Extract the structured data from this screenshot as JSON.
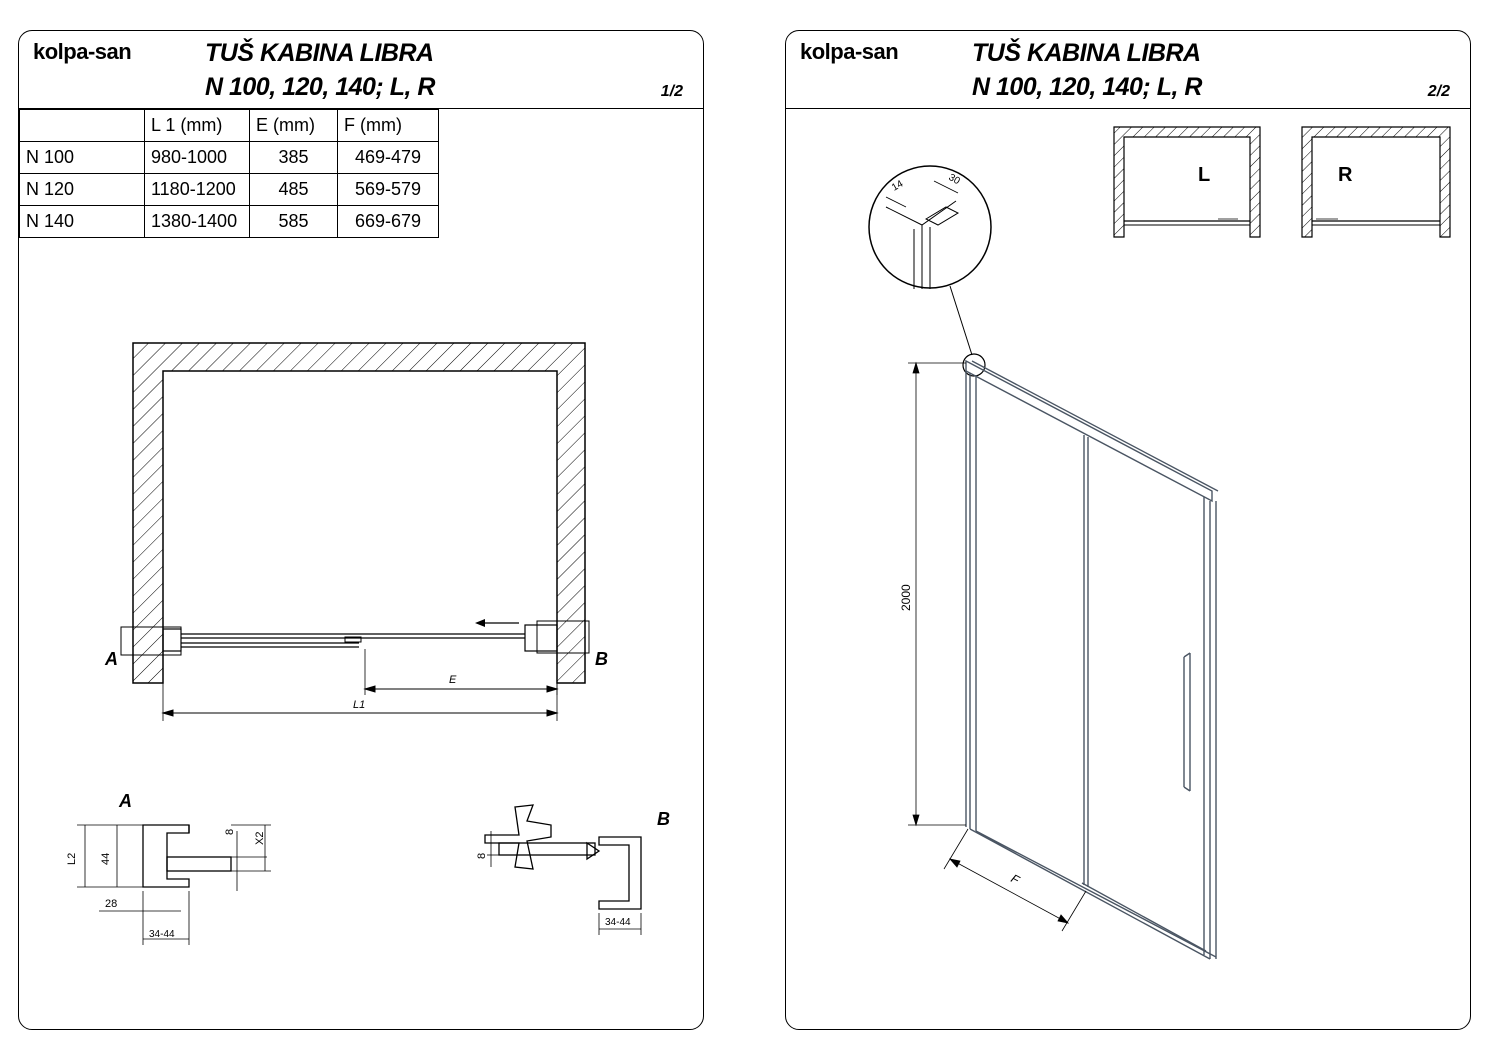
{
  "brand": "kolpa-san",
  "title_line1": "TUŠ KABINA LIBRA",
  "title_line2": "N 100, 120, 140; L, R",
  "page_left": "1/2",
  "page_right": "2/2",
  "table": {
    "headers": [
      "",
      "L 1 (mm)",
      "E  (mm)",
      "F  (mm)"
    ],
    "rows": [
      [
        "N 100",
        "980-1000",
        "385",
        "469-479"
      ],
      [
        "N 120",
        "1180-1200",
        "485",
        "569-579"
      ],
      [
        "N 140",
        "1380-1400",
        "585",
        "669-679"
      ]
    ]
  },
  "plan_labels": {
    "a": "A",
    "b": "B",
    "e": "E",
    "l1": "L1"
  },
  "detail_a": {
    "title": "A",
    "l2": "L2",
    "h44": "44",
    "w28": "28",
    "w3444": "34-44",
    "h8": "8",
    "x2": "X2"
  },
  "detail_b": {
    "title": "B",
    "h8": "8",
    "w3444": "34-44"
  },
  "variants": {
    "left": "L",
    "right": "R"
  },
  "iso": {
    "height": "2000",
    "f": "F",
    "zoom_14": "14",
    "zoom_30": "30"
  },
  "colors": {
    "line": "#000000",
    "door_frame": "#4a5563"
  }
}
